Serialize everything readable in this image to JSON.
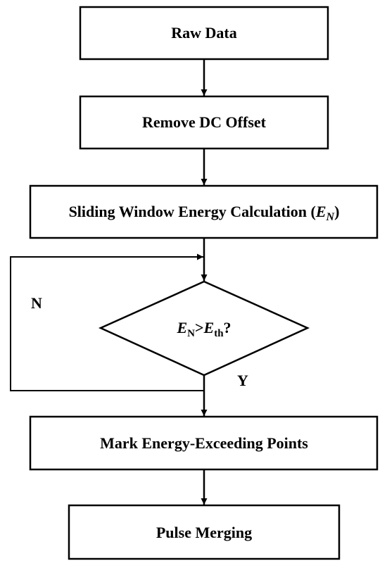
{
  "colors": {
    "stroke": "#000000",
    "fill": "#ffffff",
    "text": "#000000"
  },
  "steps": {
    "raw_data": "Raw Data",
    "remove_dc": "Remove DC Offset",
    "sliding_window": {
      "text": "Sliding Window Energy Calculation (",
      "var": "E",
      "sub": "N",
      "close": ")"
    },
    "mark_points": "Mark Energy-Exceeding Points",
    "pulse_merging": "Pulse Merging"
  },
  "decision": {
    "lhs_var": "E",
    "lhs_sub": "N",
    "operator": ">",
    "rhs_var": "E",
    "rhs_sub": "th",
    "question": "?",
    "no_label": "N",
    "yes_label": "Y"
  }
}
